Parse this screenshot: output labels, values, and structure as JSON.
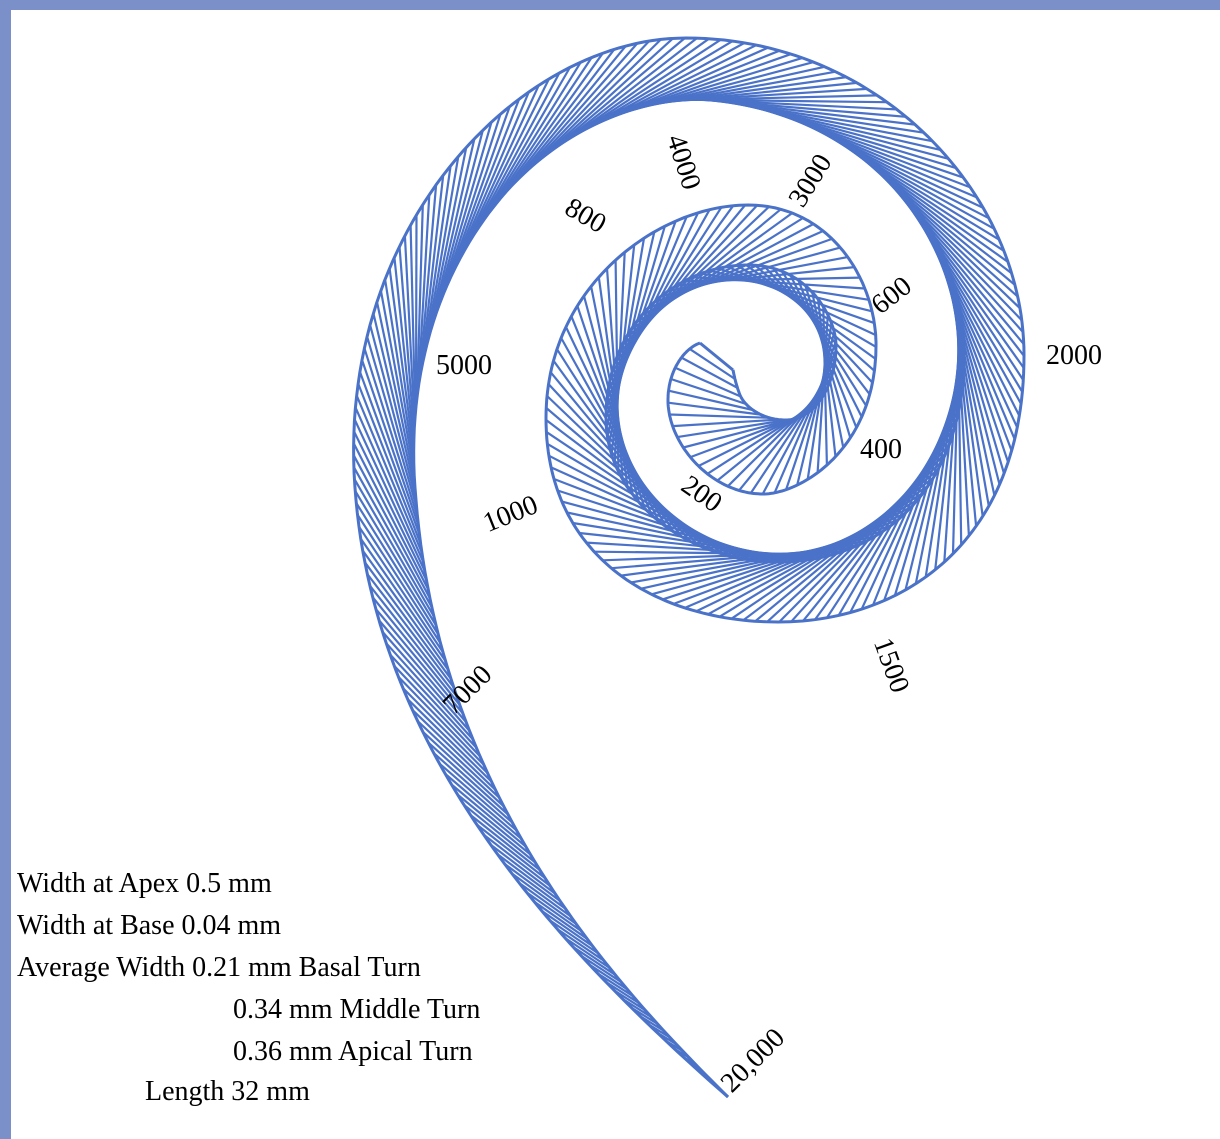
{
  "colors": {
    "frame": "#7b8fc8",
    "spiral": "#4a72c8"
  },
  "labels": {
    "l20000": "20,000",
    "l7000": "7000",
    "l5000": "5000",
    "l4000": "4000",
    "l3000": "3000",
    "l2000": "2000",
    "l1500": "1500",
    "l1000": "1000",
    "l800": "800",
    "l600": "600",
    "l400": "400",
    "l200": "200"
  },
  "info": {
    "apex": "Width at Apex 0.5 mm",
    "base": "Width at Base 0.04 mm",
    "avg": "Average Width 0.21 mm Basal Turn",
    "middle": "0.34 mm Middle Turn",
    "apical": "0.36 mm Apical Turn",
    "length": "Length 32 mm"
  }
}
